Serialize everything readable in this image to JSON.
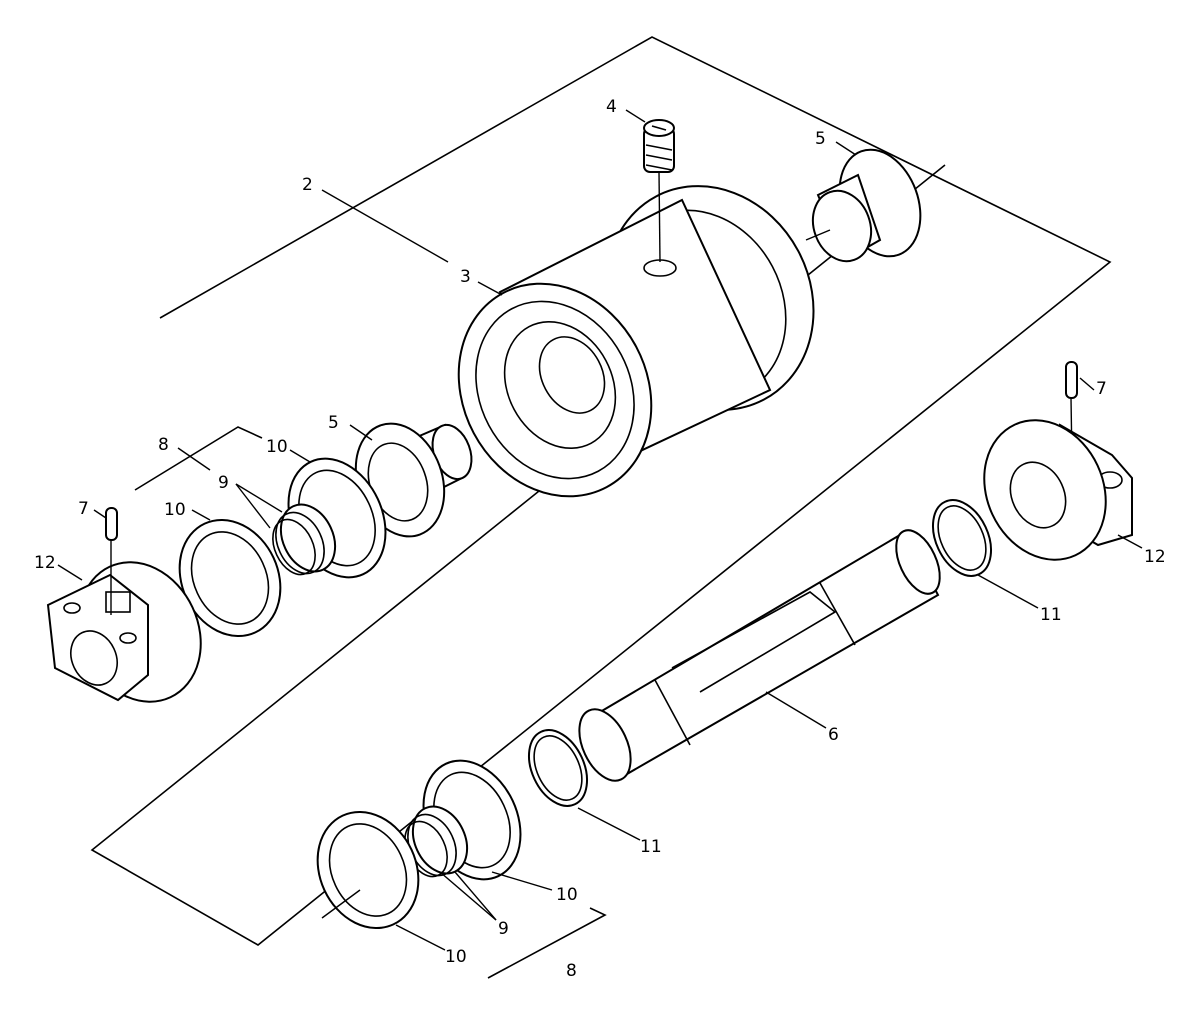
{
  "callouts": {
    "c2": "2",
    "c3": "3",
    "c4": "4",
    "c5a": "5",
    "c5b": "5",
    "c6": "6",
    "c7a": "7",
    "c7b": "7",
    "c8a": "8",
    "c8b": "8",
    "c9a": "9",
    "c9b": "9",
    "c10a": "10",
    "c10b": "10",
    "c10c": "10",
    "c10d": "10",
    "c11a": "11",
    "c11b": "11",
    "c12a": "12",
    "c12b": "12"
  },
  "colors": {
    "line": "#000000",
    "background": "#ffffff"
  }
}
